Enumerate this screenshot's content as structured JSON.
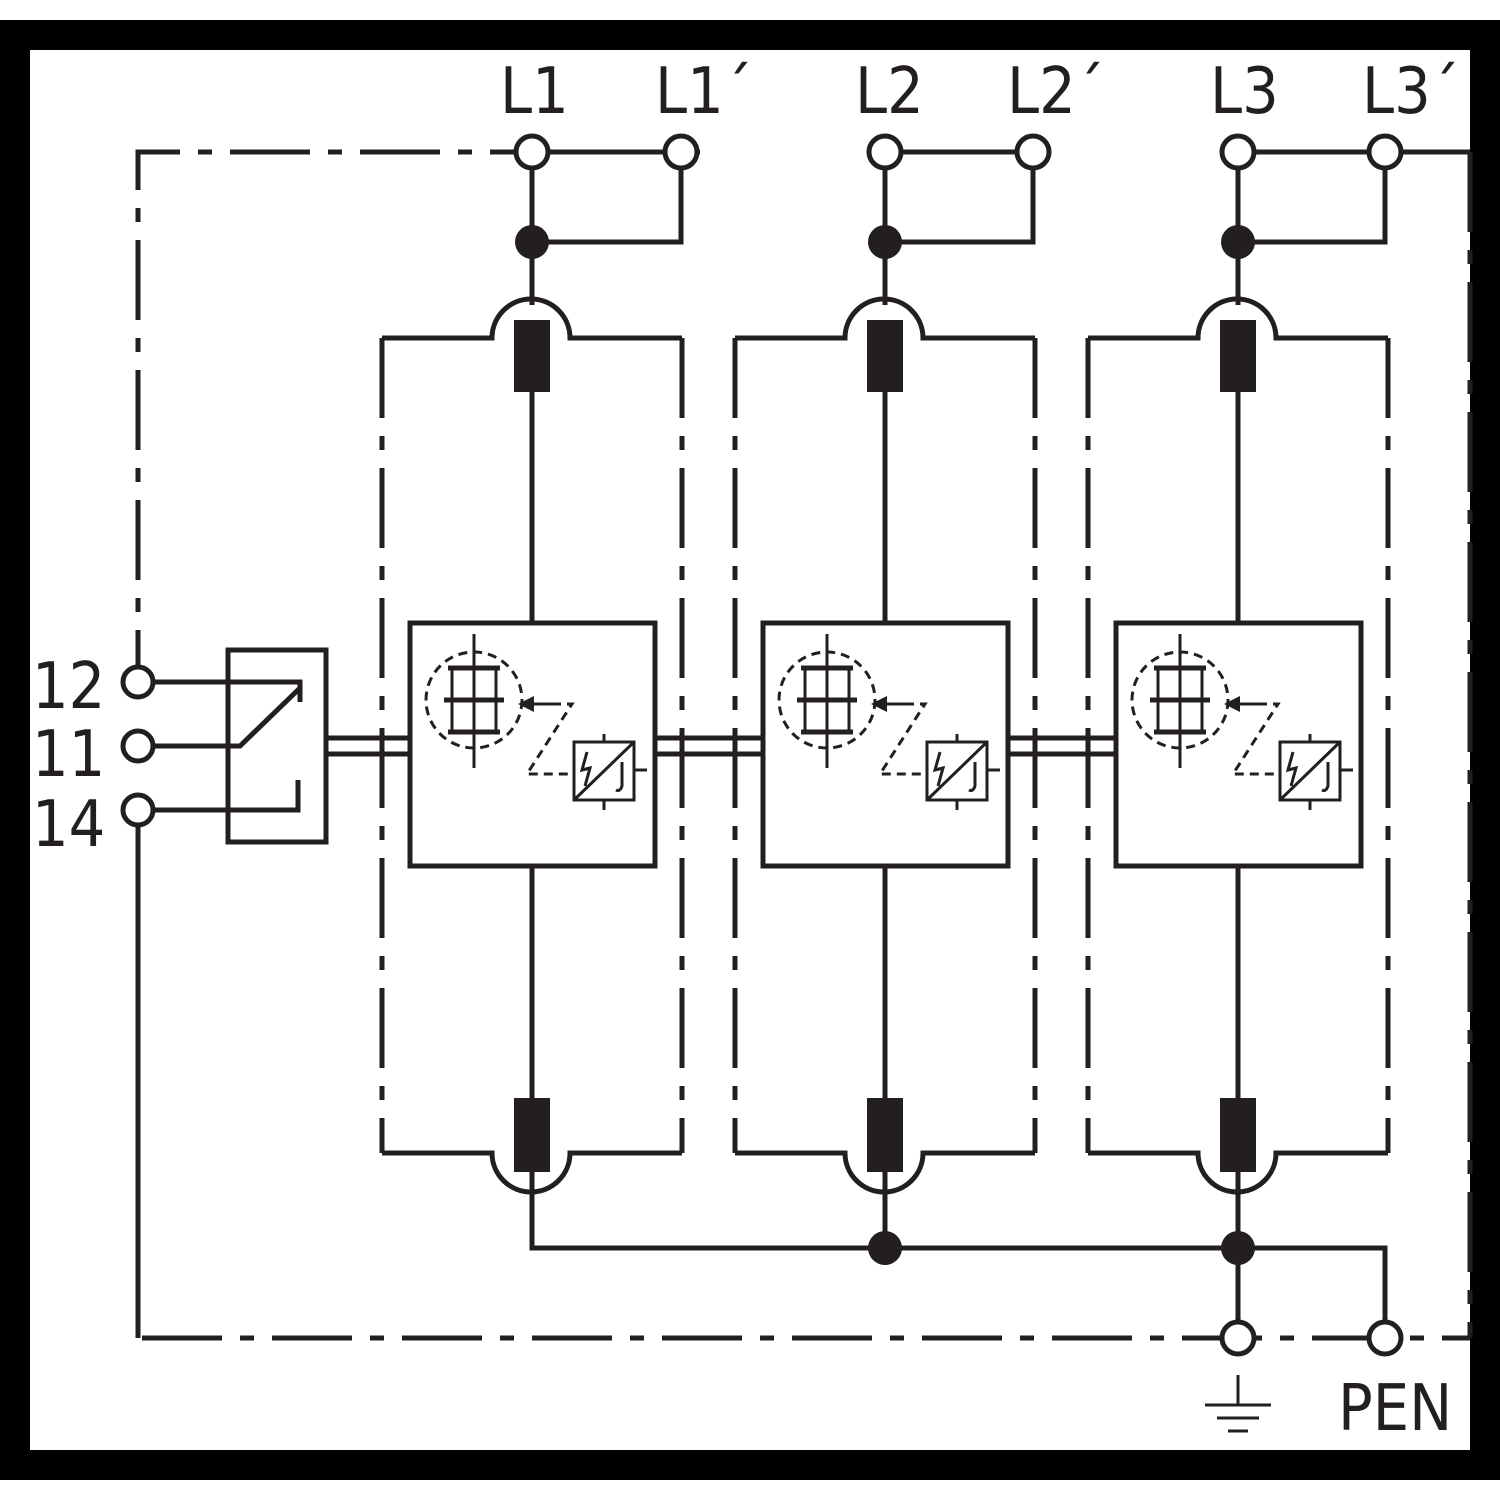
{
  "diagram": {
    "top_terminals": [
      "L1",
      "L1´",
      "L2",
      "L2´",
      "L3",
      "L3´"
    ],
    "signal_terminals": [
      "12",
      "11",
      "14"
    ],
    "bottom_terminals": {
      "earth_symbol": "earth-ground-icon",
      "pen": "PEN"
    },
    "modules": [
      {
        "phase": "L1"
      },
      {
        "phase": "L2"
      },
      {
        "phase": "L3"
      }
    ],
    "colors": {
      "line": "#231f20",
      "background": "#ffffff",
      "frame": "#000000"
    }
  }
}
